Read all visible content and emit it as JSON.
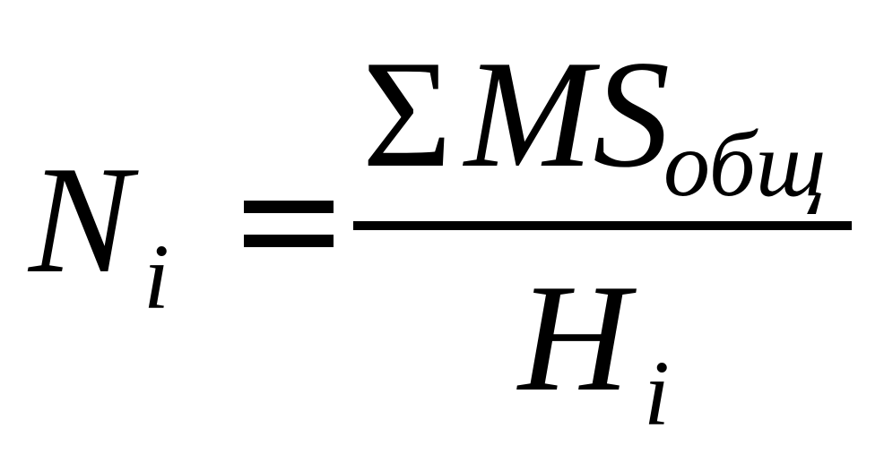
{
  "formula": {
    "lhs": {
      "main": "N",
      "subscript": "i"
    },
    "equals": "=",
    "numerator": {
      "sigma": "Σ",
      "main": "MS",
      "subscript": "общ"
    },
    "denominator": {
      "main": "H",
      "subscript": "i"
    }
  },
  "colors": {
    "ink": "#000000",
    "background": "#ffffff"
  }
}
